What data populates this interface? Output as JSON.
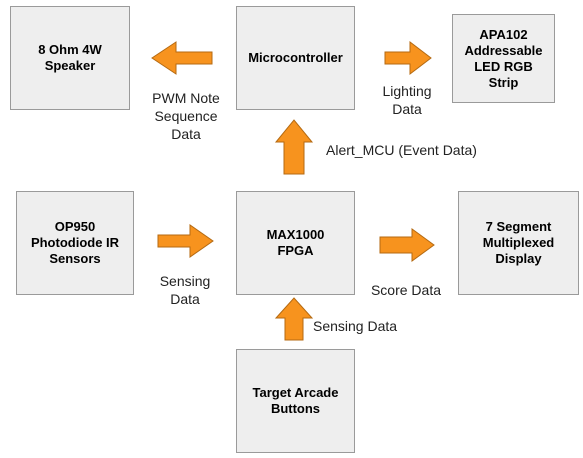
{
  "blocks": {
    "speaker": "8 Ohm 4W\nSpeaker",
    "microcontroller": "Microcontroller",
    "led_strip": "APA102\nAddressable\nLED RGB\nStrip",
    "sensors": "OP950\nPhotodiode IR\nSensors",
    "fpga": "MAX1000\nFPGA",
    "display": "7 Segment\nMultiplexed\nDisplay",
    "buttons": "Target Arcade\nButtons"
  },
  "labels": {
    "pwm": "PWM Note\nSequence\nData",
    "lighting": "Lighting\nData",
    "alert": "Alert_MCU (Event Data)",
    "sensing_left": "Sensing\nData",
    "score": "Score Data",
    "sensing_bottom": "Sensing Data"
  },
  "colors": {
    "arrow_fill": "#f7931e",
    "arrow_stroke": "#b46a12",
    "block_fill": "#eeeeee"
  }
}
